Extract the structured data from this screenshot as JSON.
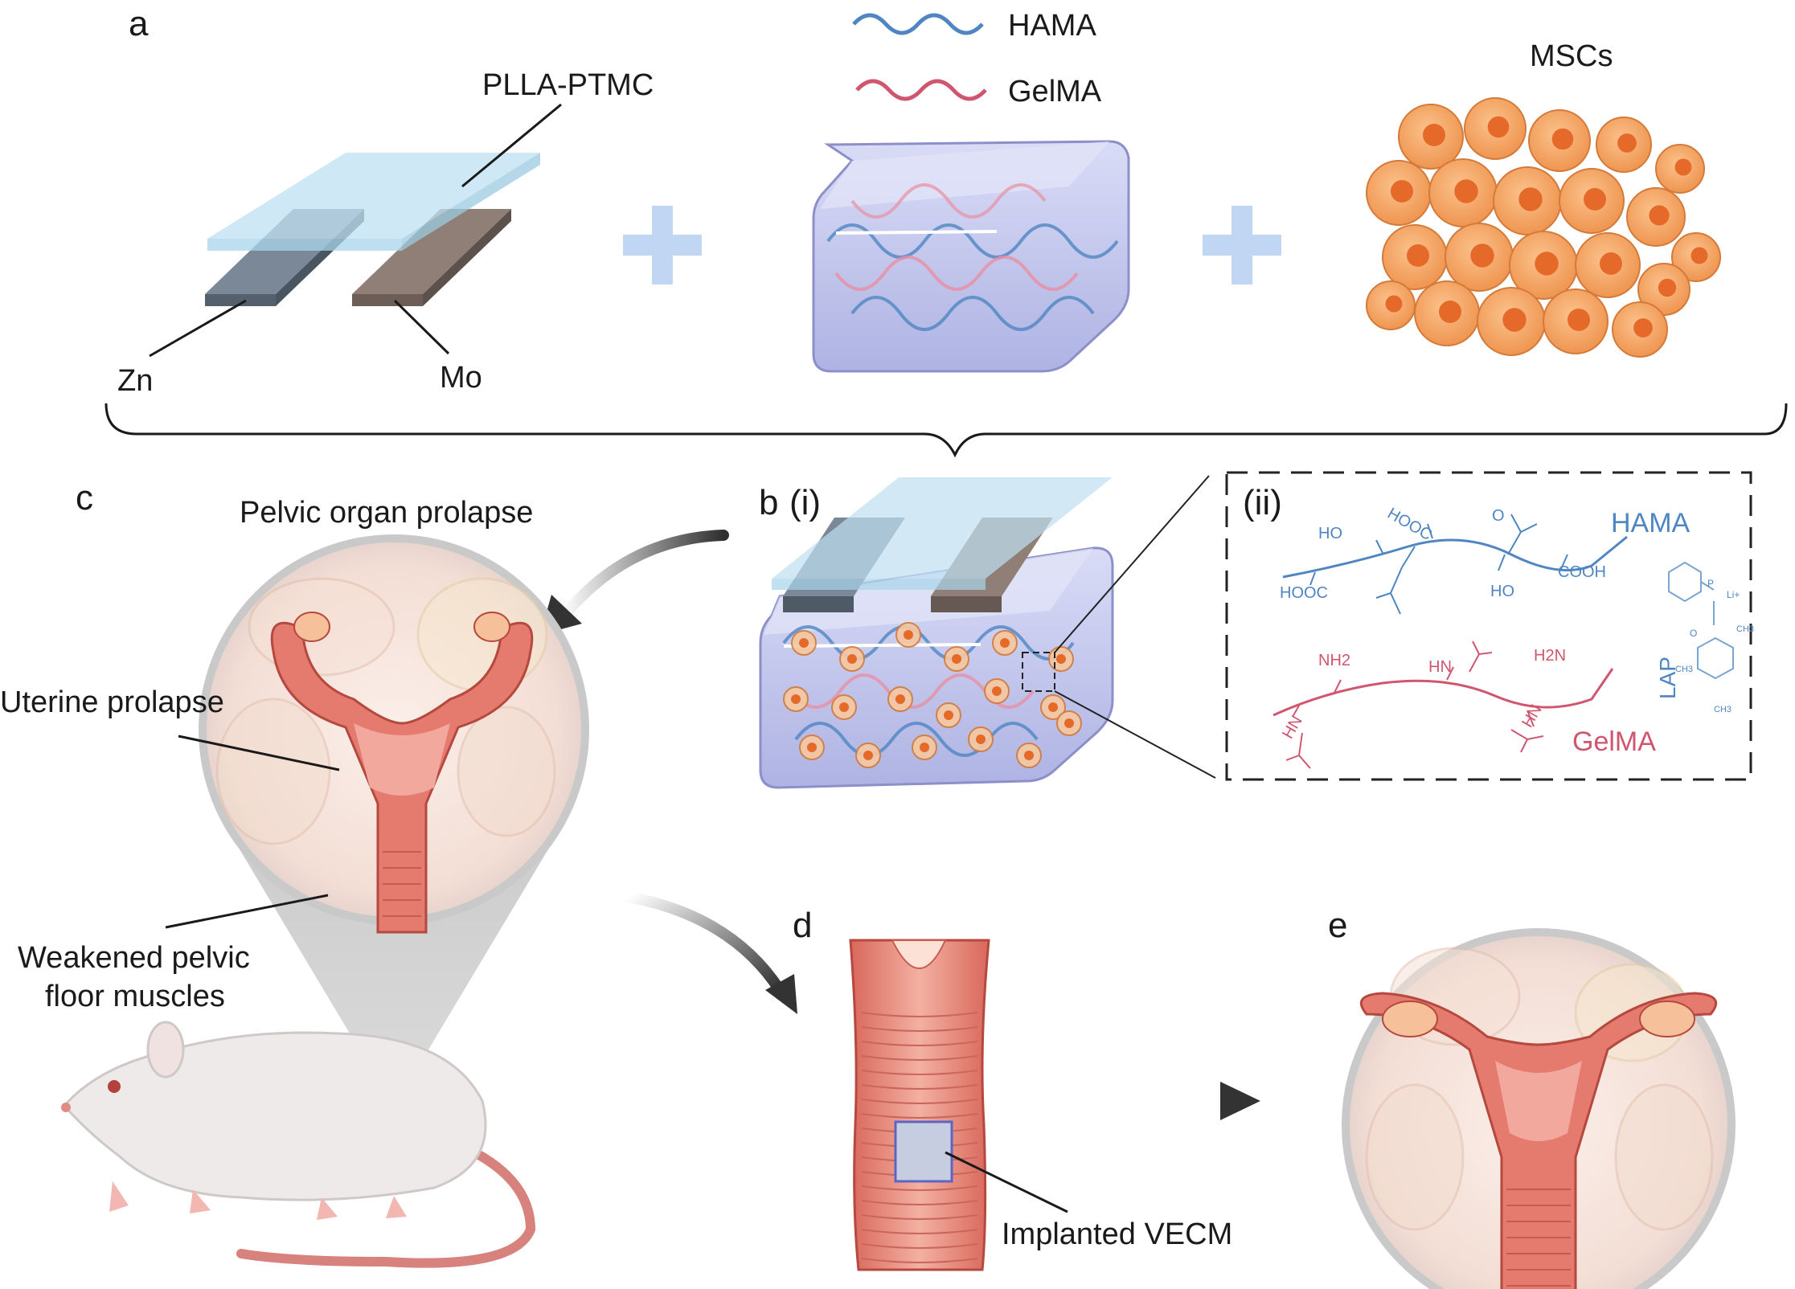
{
  "panels": {
    "a": "a",
    "b": "b",
    "b_i": "(i)",
    "b_ii": "(ii)",
    "c": "c",
    "d": "d",
    "e": "e"
  },
  "panel_a": {
    "film_label": "PLLA-PTMC",
    "zn_label": "Zn",
    "mo_label": "Mo",
    "hama_label": "HAMA",
    "gelma_label": "GelMA",
    "mscs_label": "MSCs"
  },
  "panel_b": {
    "hama_label": "HAMA",
    "gelma_label": "GelMA",
    "lap_label": "LAP",
    "groups": {
      "ho1": "HO",
      "hooc1": "HOOC",
      "hooc2": "HOOC",
      "ho2": "HO",
      "cooh": "COOH",
      "nh2": "NH2",
      "hn1": "HN",
      "h2n": "H2N",
      "hn2": "HN",
      "nh1": "NH",
      "o": "O",
      "ch3": "CH3",
      "li": "Li+",
      "p": "P"
    }
  },
  "panel_c": {
    "title": "Pelvic organ prolapse",
    "uterine_label": "Uterine prolapse",
    "muscle_label_line1": "Weakened pelvic",
    "muscle_label_line2": "floor muscles"
  },
  "panel_d": {
    "implant_label": "Implanted VECM"
  },
  "colors": {
    "hama": "#4f86c2",
    "gelma": "#d0566f",
    "cell": "#f2a25c",
    "gel": "#c9cdef",
    "tissue": "#e57a6e",
    "arrow": "#333333"
  }
}
